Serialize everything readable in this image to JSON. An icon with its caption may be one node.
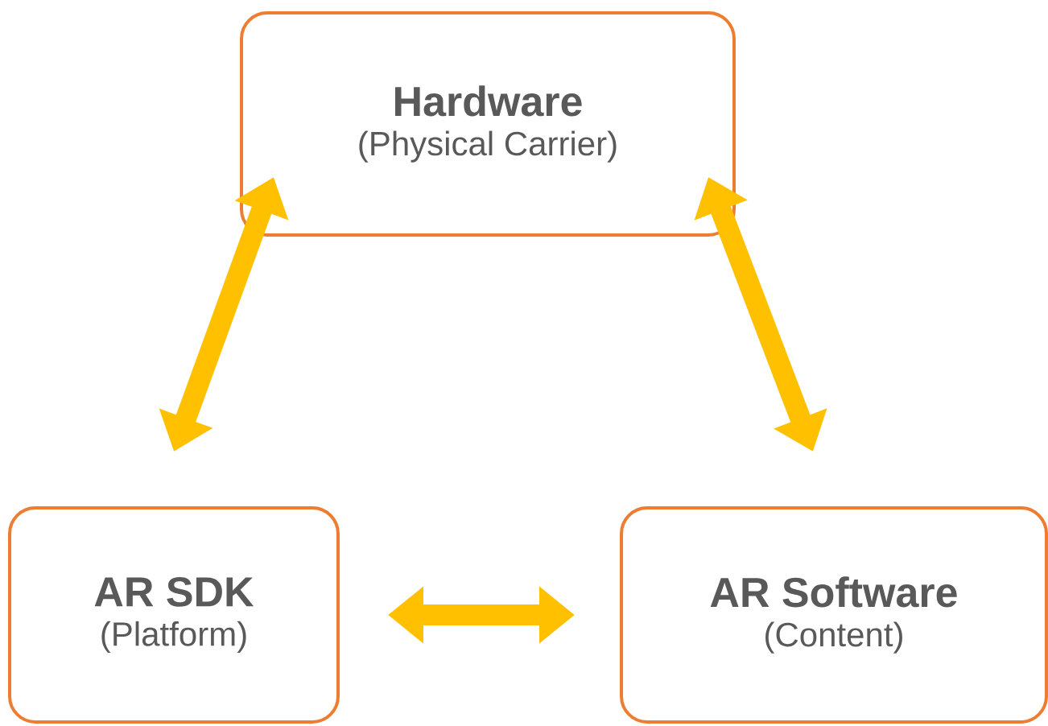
{
  "diagram": {
    "nodes": [
      {
        "text": [
          "Hardware",
          "(Physical Carrier)"
        ]
      },
      {
        "text": [
          "AR SDK",
          "(Platform)"
        ]
      },
      {
        "text": [
          "AR Software",
          "(Content)"
        ]
      }
    ],
    "edges": [
      {
        "from": 1,
        "to": 0,
        "arrow": "both"
      },
      {
        "from": 0,
        "to": 2,
        "arrow": "both"
      },
      {
        "from": 1,
        "to": 2,
        "arrow": "both"
      }
    ]
  }
}
